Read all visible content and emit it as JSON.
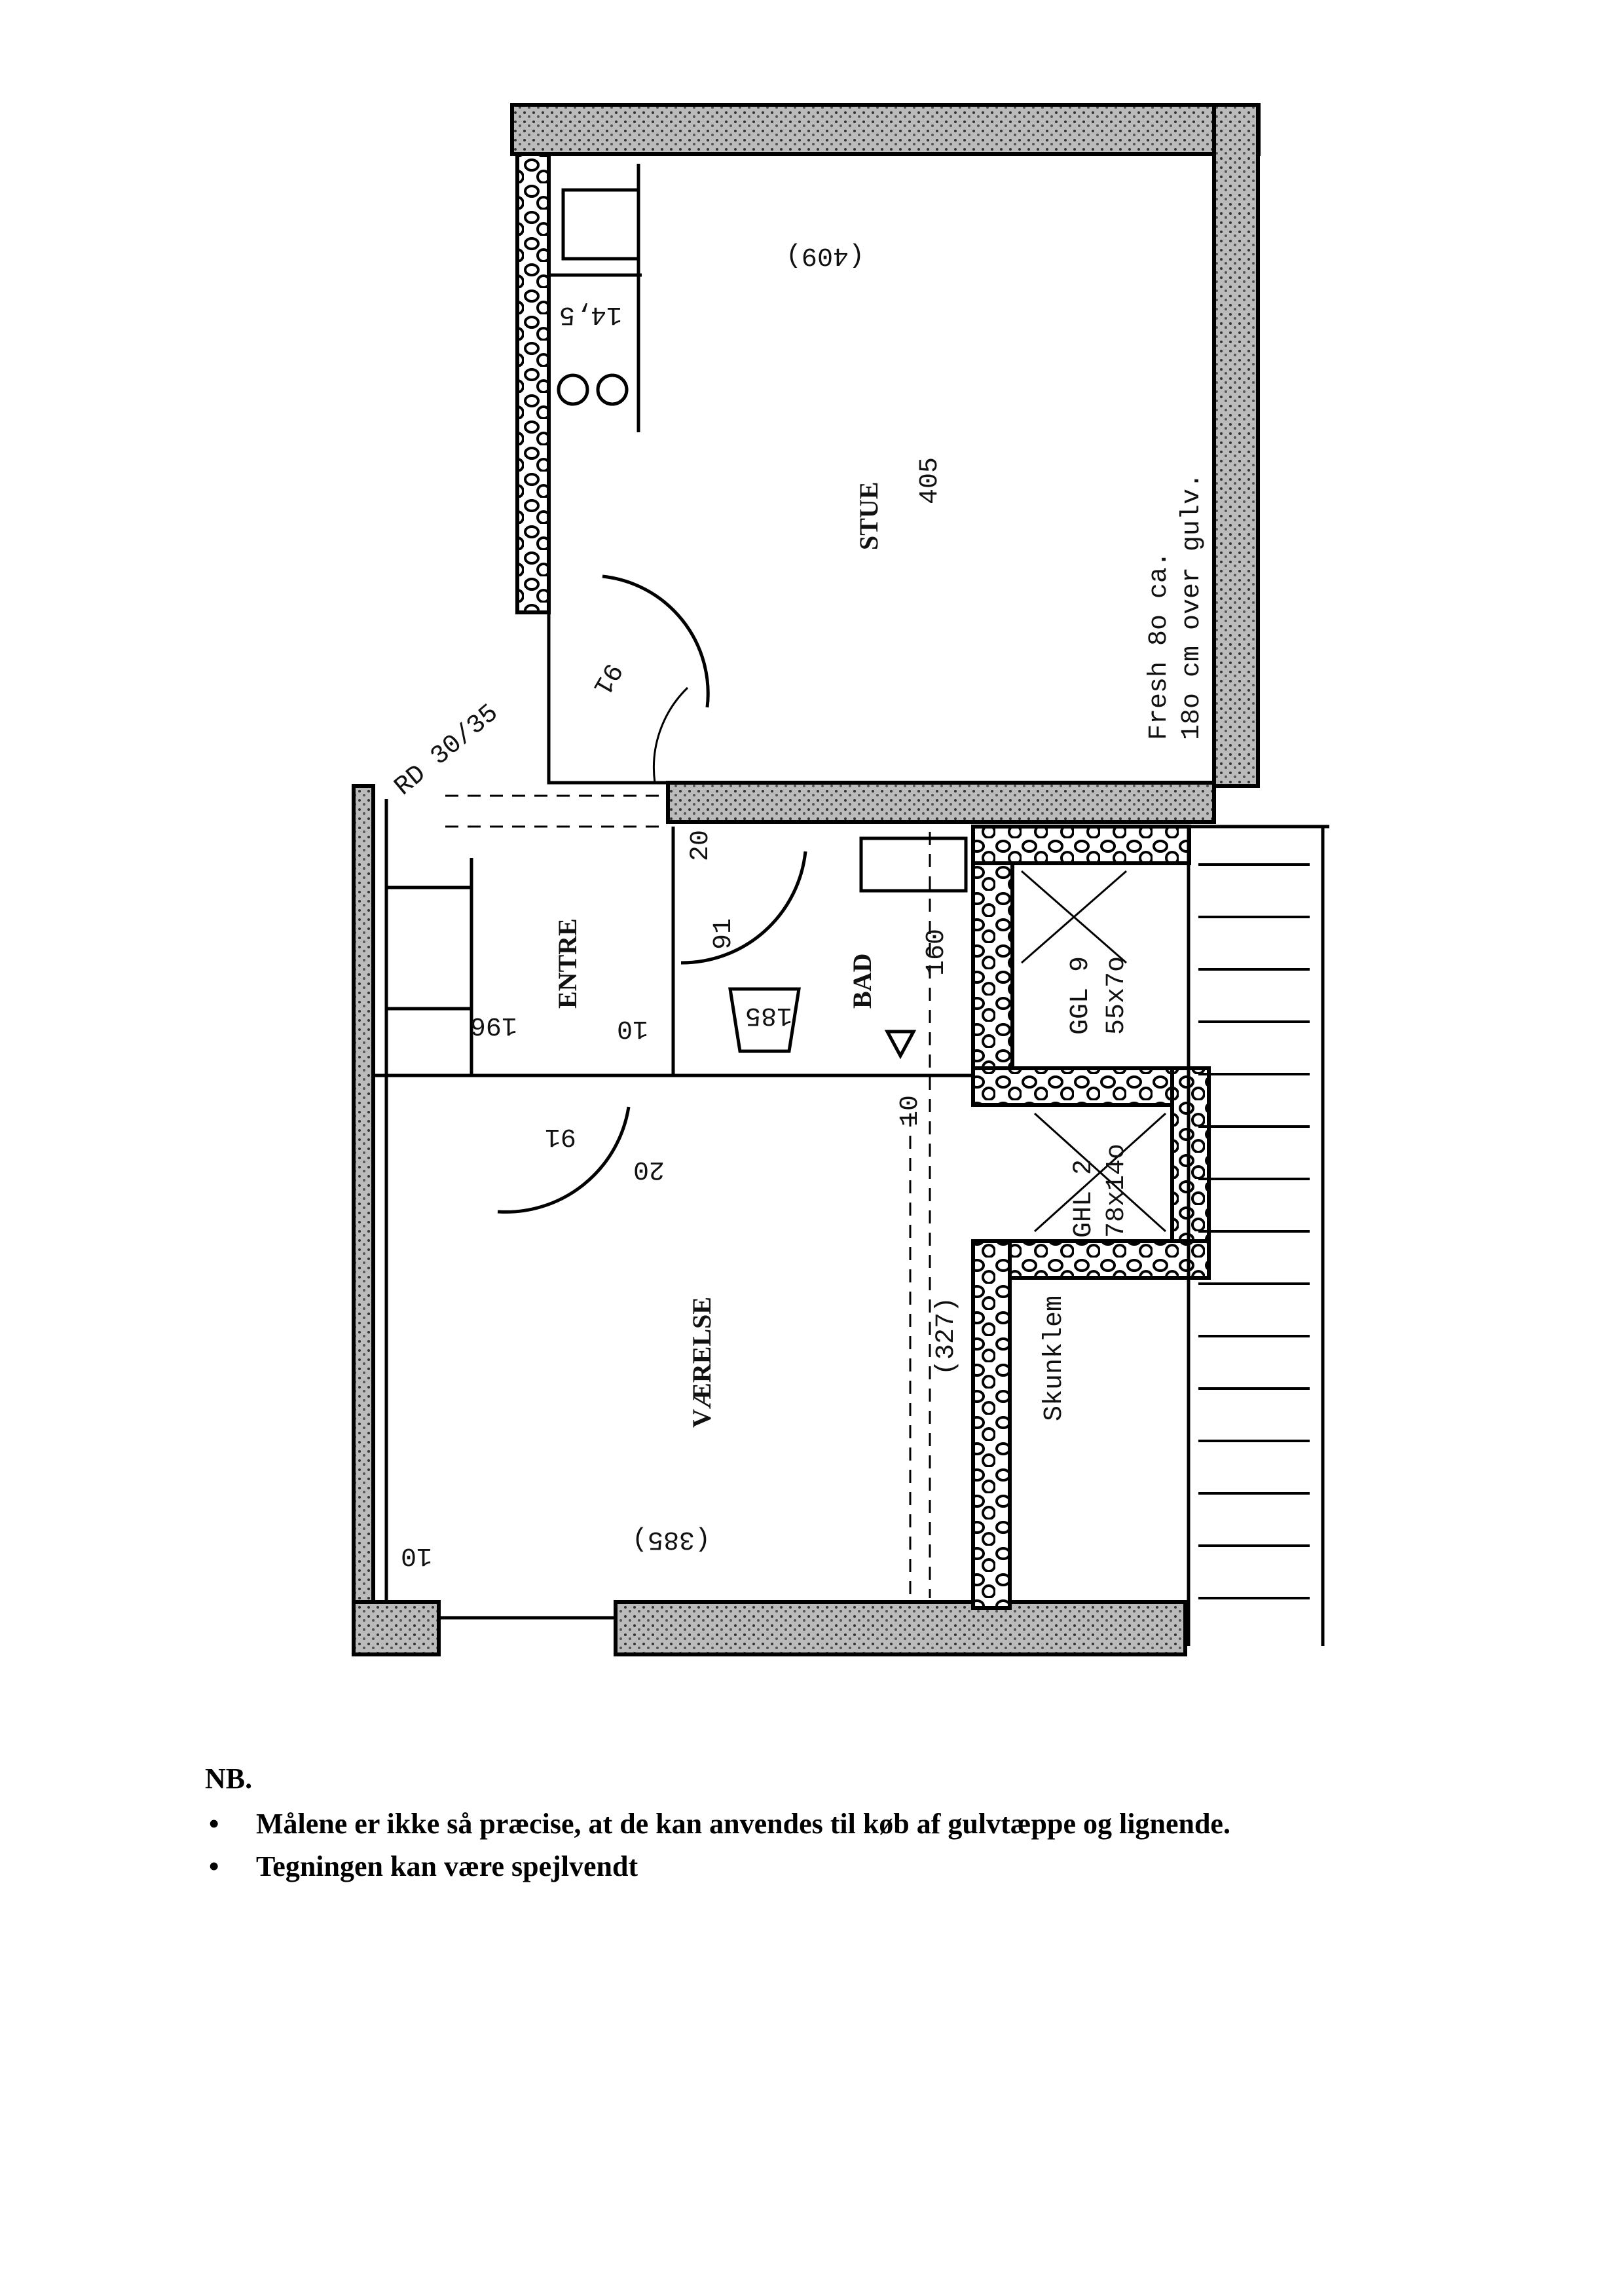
{
  "plan": {
    "rooms": {
      "stue": "STUE",
      "entre": "ENTRE",
      "bad": "BAD",
      "vaerelse": "VÆRELSE"
    },
    "dimensions": {
      "stue_width": "(409)",
      "stue_depth": "405",
      "kitchen": "14,5",
      "door_stue": "91",
      "door_entre": "91",
      "door_bad": "91",
      "entre_196": "196",
      "entre_10": "10",
      "bad_20": "20",
      "bad_185": "185",
      "bad_160": "160",
      "bad_10": "10",
      "vaer_20": "20",
      "vaer_327": "(327)",
      "vaer_385": "(385)",
      "vaer_10": "10"
    },
    "annotations": {
      "rd": "RD 30/35",
      "fresh_line1": "Fresh 8o ca.",
      "fresh_line2": "18o cm over gulv.",
      "ggl_line1": "GGL 9",
      "ggl_line2": "55x7o",
      "ghl_line1": "GHL 2",
      "ghl_line2": "78x14o",
      "skunklem": "Skunklem"
    }
  },
  "notes": {
    "title": "NB.",
    "items": [
      "Målene er ikke så præcise, at de kan anvendes til køb af gulvtæppe og lignende.",
      "Tegningen kan være spejlvendt"
    ]
  }
}
